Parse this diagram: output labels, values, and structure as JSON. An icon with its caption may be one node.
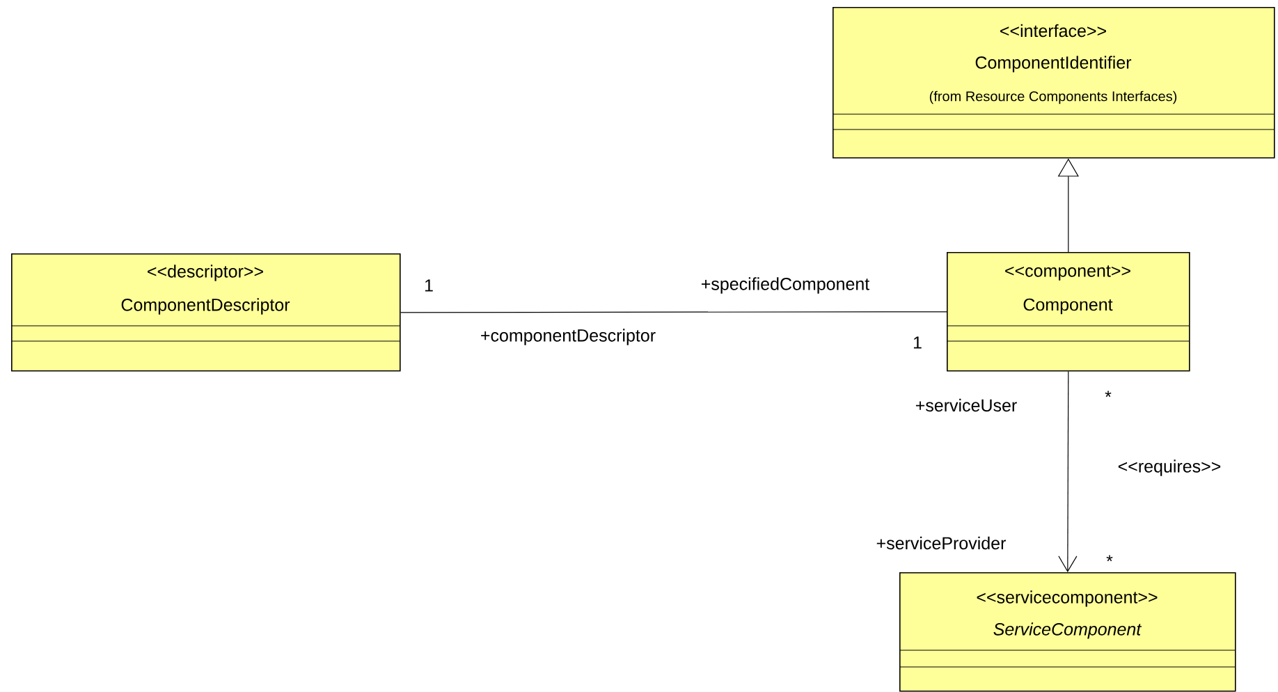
{
  "diagram": {
    "nodes": [
      {
        "text": [
          "<<interface>>",
          "ComponentIdentifier",
          "(from Resource Components Interfaces)"
        ]
      },
      {
        "text": [
          "<<descriptor>>",
          "ComponentDescriptor"
        ]
      },
      {
        "text": [
          "<<component>>",
          "Component"
        ]
      },
      {
        "text": [
          "<<servicecomponent>>",
          "ServiceComponent"
        ]
      }
    ],
    "edges": [
      {
        "from": 2,
        "to": 0,
        "arrow": "to"
      },
      {
        "from": 1,
        "to": 2,
        "arrow": "none"
      },
      {
        "from": 2,
        "to": 3,
        "arrow": "to",
        "label": "<<requires>>"
      }
    ],
    "labels": [
      "1",
      "+specifiedComponent",
      "+componentDescriptor",
      "1",
      "+serviceUser",
      "*",
      "+serviceProvider",
      "*"
    ]
  }
}
